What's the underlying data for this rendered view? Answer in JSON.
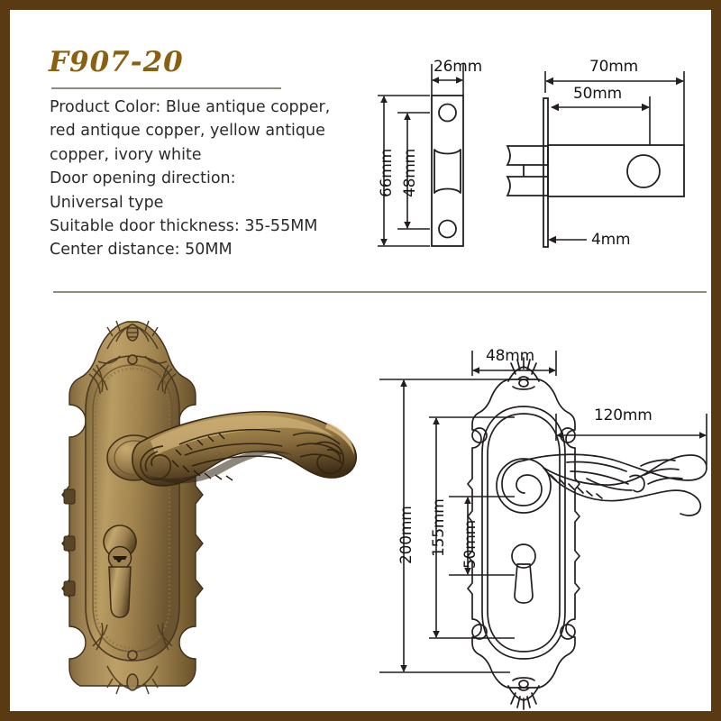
{
  "page": {
    "border_color": "#5a3a12",
    "background": "#ffffff"
  },
  "header": {
    "model_title": "F907-20",
    "title_color": "#8a6010"
  },
  "specs": {
    "lines": [
      "Product Color: Blue antique copper,",
      "red antique copper, yellow antique",
      "copper, ivory white",
      "Door opening direction:",
      "Universal type",
      "Suitable door thickness: 35-55MM",
      "Center distance: 50MM"
    ],
    "fields": {
      "product_color": "Blue antique copper, red antique copper, yellow antique copper, ivory white",
      "door_opening_direction": "Universal type",
      "suitable_door_thickness": "35-55MM",
      "center_distance": "50MM"
    }
  },
  "latch_faceplate_drawing": {
    "width_label": "26mm",
    "height_label": "66mm",
    "inner_height_label": "48mm"
  },
  "latch_body_drawing": {
    "length_label": "70mm",
    "backset_label": "50mm",
    "plate_thickness_label": "4mm"
  },
  "handle_drawing": {
    "plate_width_label": "48mm",
    "lever_length_label": "120mm",
    "plate_height_label": "200mm",
    "inner_height_label": "155mm",
    "center_distance_label": "50mm"
  },
  "product_photo": {
    "alt": "Antique brass ornate lever door handle on backplate with euro cylinder keyhole",
    "finish_colors": {
      "highlight": "#c6a868",
      "mid": "#8d7142",
      "shadow": "#4a3820",
      "deep": "#2e2212"
    }
  }
}
